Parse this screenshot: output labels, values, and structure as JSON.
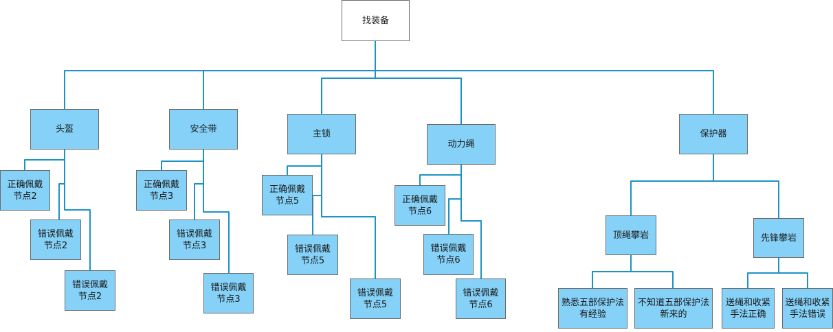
{
  "diagram": {
    "root": "找装备",
    "helmet": {
      "label": "头盔",
      "correct": "正确佩戴\n节点2",
      "wrong1": "错误佩戴\n节点2",
      "wrong2": "错误佩戴\n节点2"
    },
    "harness": {
      "label": "安全带",
      "correct": "正确佩戴\n节点3",
      "wrong1": "错误佩戴\n节点3",
      "wrong2": "错误佩戴\n节点3"
    },
    "mainlock": {
      "label": "主锁",
      "correct": "正确佩戴\n节点5",
      "wrong1": "错误佩戴\n节点5",
      "wrong2": "错误佩戴\n节点5"
    },
    "rope": {
      "label": "动力绳",
      "correct": "正确佩戴\n节点6",
      "wrong1": "错误佩戴\n节点6",
      "wrong2": "错误佩戴\n节点6"
    },
    "protector": {
      "label": "保护器",
      "toprope": {
        "label": "顶绳攀岩",
        "familiar": "熟悉五部保护法\n有经验",
        "unfamiliar": "不知道五部保护法\n新来的"
      },
      "lead": {
        "label": "先锋攀岩",
        "correct": "送绳和收紧\n手法正确",
        "wrong": "送绳和收紧\n手法错误"
      }
    }
  }
}
